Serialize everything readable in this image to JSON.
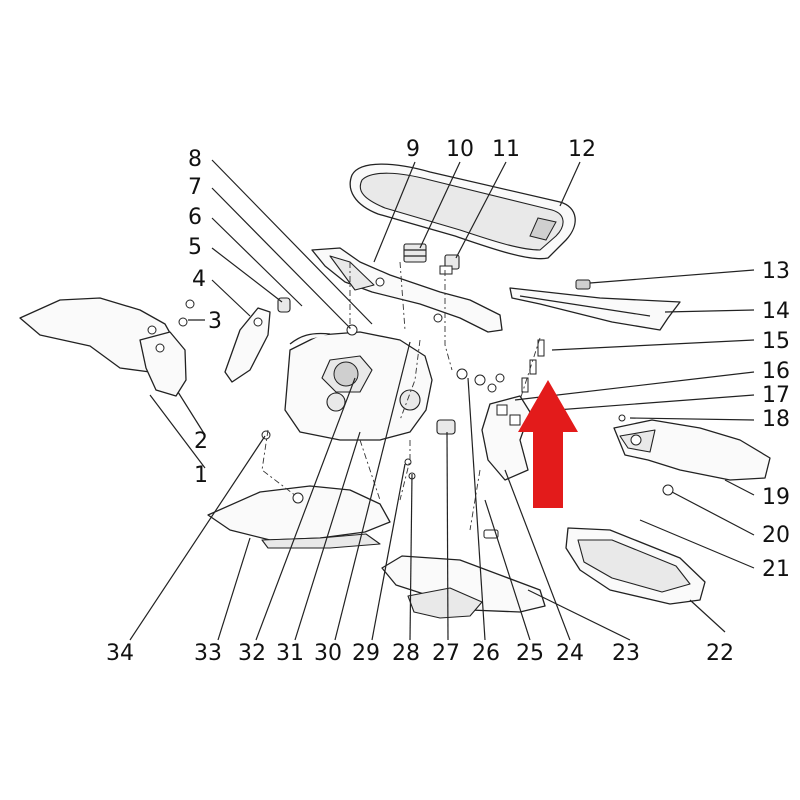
{
  "diagram": {
    "callouts": [
      {
        "id": "1",
        "label": "1"
      },
      {
        "id": "2",
        "label": "2"
      },
      {
        "id": "3",
        "label": "3"
      },
      {
        "id": "4",
        "label": "4"
      },
      {
        "id": "5",
        "label": "5"
      },
      {
        "id": "6",
        "label": "6"
      },
      {
        "id": "7",
        "label": "7"
      },
      {
        "id": "8",
        "label": "8"
      },
      {
        "id": "9",
        "label": "9"
      },
      {
        "id": "10",
        "label": "10"
      },
      {
        "id": "11",
        "label": "11"
      },
      {
        "id": "12",
        "label": "12"
      },
      {
        "id": "13",
        "label": "13"
      },
      {
        "id": "14",
        "label": "14"
      },
      {
        "id": "15",
        "label": "15"
      },
      {
        "id": "16",
        "label": "16"
      },
      {
        "id": "17",
        "label": "17"
      },
      {
        "id": "18",
        "label": "18"
      },
      {
        "id": "19",
        "label": "19"
      },
      {
        "id": "20",
        "label": "20"
      },
      {
        "id": "21",
        "label": "21"
      },
      {
        "id": "22",
        "label": "22"
      },
      {
        "id": "23",
        "label": "23"
      },
      {
        "id": "24",
        "label": "24"
      },
      {
        "id": "25",
        "label": "25"
      },
      {
        "id": "26",
        "label": "26"
      },
      {
        "id": "27",
        "label": "27"
      },
      {
        "id": "28",
        "label": "28"
      },
      {
        "id": "29",
        "label": "29"
      },
      {
        "id": "30",
        "label": "30"
      },
      {
        "id": "31",
        "label": "31"
      },
      {
        "id": "32",
        "label": "32"
      },
      {
        "id": "33",
        "label": "33"
      },
      {
        "id": "34",
        "label": "34"
      }
    ],
    "highlight_arrow": {
      "color": "#e31b1b",
      "direction": "up",
      "target_callout": "24"
    },
    "line_color": "#222222",
    "background": "#ffffff"
  }
}
